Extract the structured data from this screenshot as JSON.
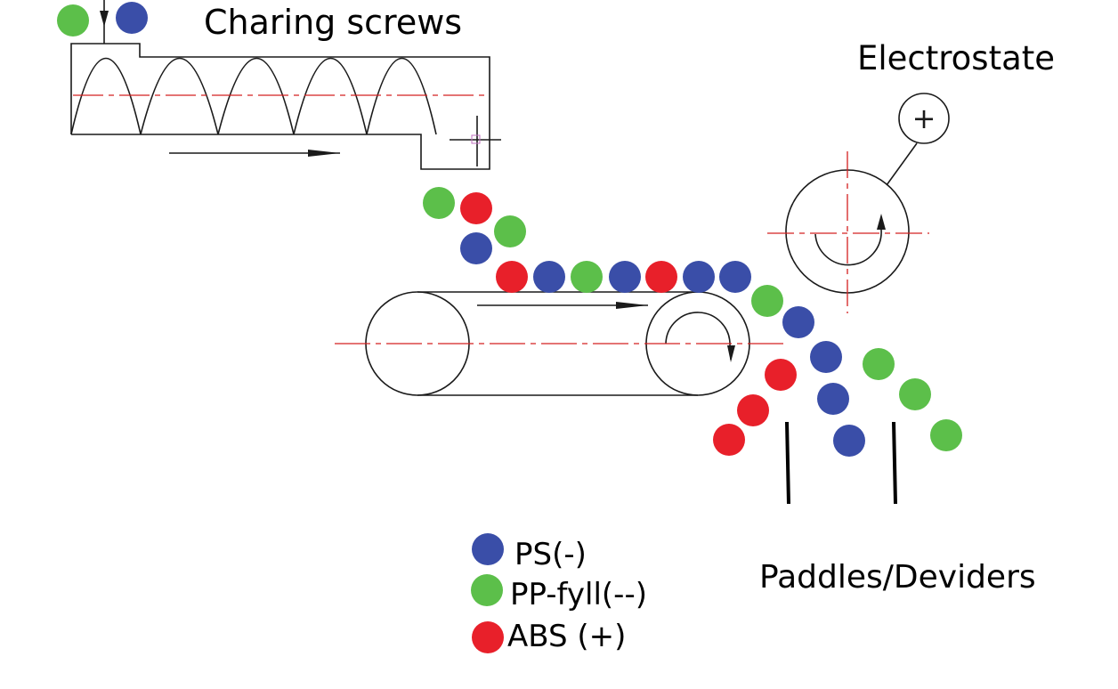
{
  "labels": {
    "charging": "Charing screws",
    "electrostate": "Electrostate",
    "paddles": "Paddles/Deviders",
    "electrode_sign": "+"
  },
  "legend": [
    {
      "key": "ps",
      "label": "PS(-)",
      "color": "#3a4ea8"
    },
    {
      "key": "pp",
      "label": "PP-fyll(--)",
      "color": "#5cbf4a"
    },
    {
      "key": "abs",
      "label": "ABS (+)",
      "color": "#e8202a"
    }
  ],
  "colors": {
    "line": "#1a1a1a",
    "centerline": "#d42020",
    "ps": "#3a4ea8",
    "pp": "#5cbf4a",
    "abs": "#e8202a"
  }
}
